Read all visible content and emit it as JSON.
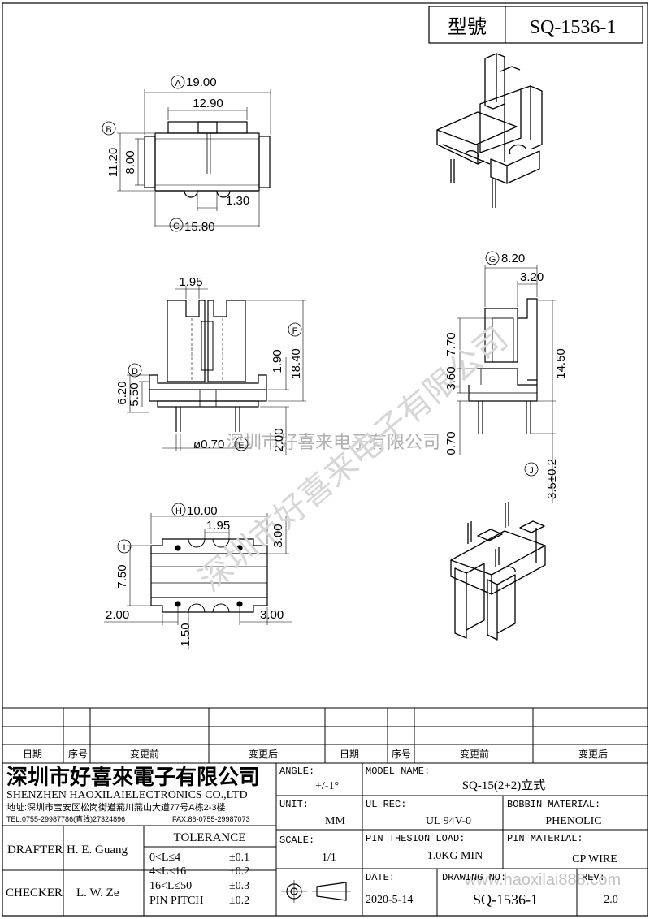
{
  "header": {
    "model_label": "型號",
    "model_value": "SQ-1536-1"
  },
  "dims": {
    "A": "A",
    "A_val": "19.00",
    "w2": "12.90",
    "B": "B",
    "h1": "11.20",
    "h2": "8.00",
    "slot": "1.30",
    "C": "C",
    "C_val": "15.80",
    "G": "G",
    "G_val": "8.20",
    "g2": "3.20",
    "g3": "7.70",
    "g4": "14.50",
    "g5": "3.60",
    "g6": "0.70",
    "d1": "1.95",
    "D": "D",
    "D_val": "6.20",
    "d2": "5.50",
    "d3": "1.90",
    "F": "F",
    "F_val": "18.40",
    "pin_d": "ø0.70",
    "E": "E",
    "d4": "2.00",
    "J": "J",
    "J_val": "3.5±0.2",
    "H": "H",
    "H_val": "10.00",
    "h3": "1.95",
    "h4": "3.00",
    "I": "I",
    "I_val": "7.50",
    "b1": "2.00",
    "b2": "3.00",
    "b3": "1.50"
  },
  "watermark": {
    "main": "深圳市好喜来电子有限公司",
    "diag": "深圳市好喜来电子有限公司",
    "url": "www.haoxilai888.com"
  },
  "rev_table": {
    "date": "日期",
    "seq": "序号",
    "before": "变更前",
    "after": "变更后"
  },
  "company": {
    "name_cn": "深圳市好喜來電子有限公司",
    "name_en": "SHENZHEN HAOXILAIELECTRONICS CO.,LTD",
    "address": "地址:深圳市宝安区松岗街道燕川燕山大道77号A栋2-3楼",
    "tel": "TEL:0755-29987786(直线)27324896",
    "fax": "FAX:86-0755-29987073"
  },
  "title_block": {
    "angle_label": "ANGLE:",
    "angle_value": "+/-1°",
    "unit_label": "UNIT:",
    "unit_value": "MM",
    "scale_label": "SCALE:",
    "scale_value": "1/1",
    "model_name_label": "MODEL NAME:",
    "model_name_value": "SQ-15(2+2)立式",
    "ul_label": "UL REC:",
    "ul_value": "UL 94V-0",
    "bobbin_label": "BOBBIN MATERIAL:",
    "bobbin_value": "PHENOLIC",
    "pin_load_label": "PIN THESION LOAD:",
    "pin_load_value": "1.0KG MIN",
    "pin_mat_label": "PIN MATERIAL:",
    "pin_mat_value": "CP  WIRE",
    "date_label": "DATE:",
    "date_value": "2020-5-14",
    "drawing_label": "DRAWING NO:",
    "drawing_value": "SQ-1536-1",
    "rev_label": "REV:",
    "rev_value": "2.0",
    "drafter_label": "DRAFTER",
    "drafter_value": "H. E. Guang",
    "checker_label": "CHECKER",
    "checker_value": "L. W. Ze",
    "tolerance_title": "TOLERANCE",
    "tol": [
      {
        "range": "0<L≤4",
        "val": "±0.1"
      },
      {
        "range": "4<L≤16",
        "val": "±0.2"
      },
      {
        "range": "16<L≤50",
        "val": "±0.3"
      },
      {
        "range": "PIN PITCH",
        "val": "±0.2"
      }
    ]
  }
}
